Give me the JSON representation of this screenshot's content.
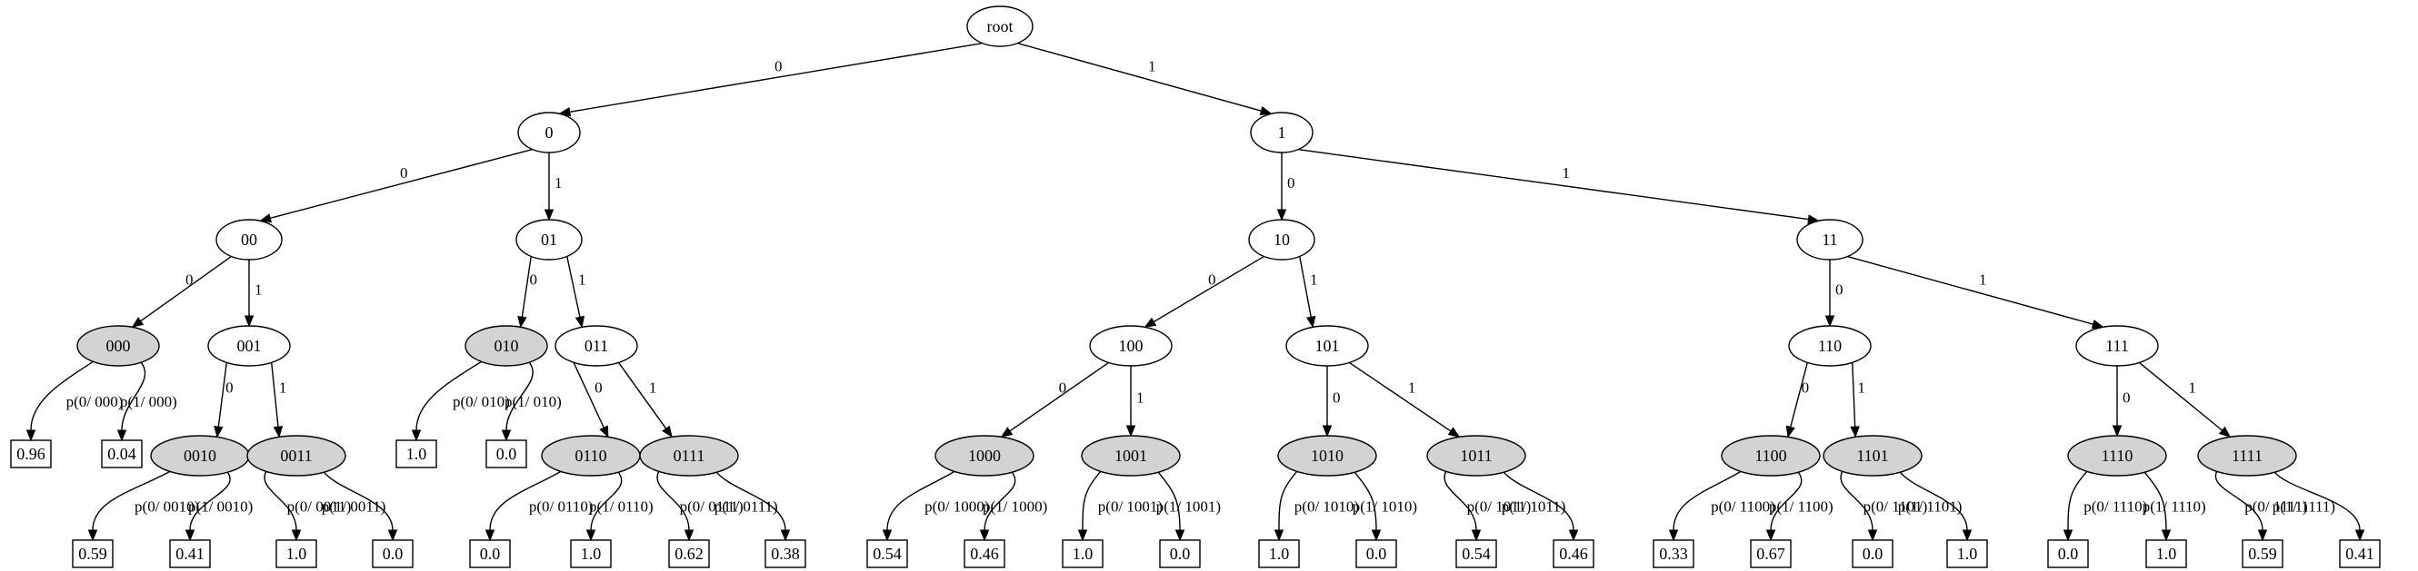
{
  "colors": {
    "background": "#ffffff",
    "stroke": "#000000",
    "highlight_fill": "#d3d3d3",
    "plain_fill": "#ffffff"
  },
  "nodes": [
    {
      "id": "root",
      "label": "root",
      "highlight": false
    },
    {
      "id": "n0",
      "label": "0",
      "highlight": false
    },
    {
      "id": "n1",
      "label": "1",
      "highlight": false
    },
    {
      "id": "n00",
      "label": "00",
      "highlight": false
    },
    {
      "id": "n01",
      "label": "01",
      "highlight": false
    },
    {
      "id": "n10",
      "label": "10",
      "highlight": false
    },
    {
      "id": "n11",
      "label": "11",
      "highlight": false
    },
    {
      "id": "n000",
      "label": "000",
      "highlight": true
    },
    {
      "id": "n001",
      "label": "001",
      "highlight": false
    },
    {
      "id": "n010",
      "label": "010",
      "highlight": true
    },
    {
      "id": "n011",
      "label": "011",
      "highlight": false
    },
    {
      "id": "n100",
      "label": "100",
      "highlight": false
    },
    {
      "id": "n101",
      "label": "101",
      "highlight": false
    },
    {
      "id": "n110",
      "label": "110",
      "highlight": false
    },
    {
      "id": "n111",
      "label": "111",
      "highlight": false
    },
    {
      "id": "n0010",
      "label": "0010",
      "highlight": true
    },
    {
      "id": "n0011",
      "label": "0011",
      "highlight": true
    },
    {
      "id": "n0110",
      "label": "0110",
      "highlight": true
    },
    {
      "id": "n0111",
      "label": "0111",
      "highlight": true
    },
    {
      "id": "n1000",
      "label": "1000",
      "highlight": true
    },
    {
      "id": "n1001",
      "label": "1001",
      "highlight": true
    },
    {
      "id": "n1010",
      "label": "1010",
      "highlight": true
    },
    {
      "id": "n1011",
      "label": "1011",
      "highlight": true
    },
    {
      "id": "n1100",
      "label": "1100",
      "highlight": true
    },
    {
      "id": "n1101",
      "label": "1101",
      "highlight": true
    },
    {
      "id": "n1110",
      "label": "1110",
      "highlight": true
    },
    {
      "id": "n1111",
      "label": "1111",
      "highlight": true
    }
  ],
  "leaves": [
    {
      "id": "l000_0",
      "label": "0.96"
    },
    {
      "id": "l000_1",
      "label": "0.04"
    },
    {
      "id": "l010_0",
      "label": "1.0"
    },
    {
      "id": "l010_1",
      "label": "0.0"
    },
    {
      "id": "l0010_0",
      "label": "0.59"
    },
    {
      "id": "l0010_1",
      "label": "0.41"
    },
    {
      "id": "l0011_0",
      "label": "1.0"
    },
    {
      "id": "l0011_1",
      "label": "0.0"
    },
    {
      "id": "l0110_0",
      "label": "0.0"
    },
    {
      "id": "l0110_1",
      "label": "1.0"
    },
    {
      "id": "l0111_0",
      "label": "0.62"
    },
    {
      "id": "l0111_1",
      "label": "0.38"
    },
    {
      "id": "l1000_0",
      "label": "0.54"
    },
    {
      "id": "l1000_1",
      "label": "0.46"
    },
    {
      "id": "l1001_0",
      "label": "1.0"
    },
    {
      "id": "l1001_1",
      "label": "0.0"
    },
    {
      "id": "l1010_0",
      "label": "1.0"
    },
    {
      "id": "l1010_1",
      "label": "0.0"
    },
    {
      "id": "l1011_0",
      "label": "0.54"
    },
    {
      "id": "l1011_1",
      "label": "0.46"
    },
    {
      "id": "l1100_0",
      "label": "0.33"
    },
    {
      "id": "l1100_1",
      "label": "0.67"
    },
    {
      "id": "l1101_0",
      "label": "0.0"
    },
    {
      "id": "l1101_1",
      "label": "1.0"
    },
    {
      "id": "l1110_0",
      "label": "0.0"
    },
    {
      "id": "l1110_1",
      "label": "1.0"
    },
    {
      "id": "l1111_0",
      "label": "0.59"
    },
    {
      "id": "l1111_1",
      "label": "0.41"
    }
  ],
  "edges": [
    {
      "from": "root",
      "to": "n0",
      "label": "0"
    },
    {
      "from": "root",
      "to": "n1",
      "label": "1"
    },
    {
      "from": "n0",
      "to": "n00",
      "label": "0"
    },
    {
      "from": "n0",
      "to": "n01",
      "label": "1"
    },
    {
      "from": "n1",
      "to": "n10",
      "label": "0"
    },
    {
      "from": "n1",
      "to": "n11",
      "label": "1"
    },
    {
      "from": "n00",
      "to": "n000",
      "label": "0"
    },
    {
      "from": "n00",
      "to": "n001",
      "label": "1"
    },
    {
      "from": "n01",
      "to": "n010",
      "label": "0"
    },
    {
      "from": "n01",
      "to": "n011",
      "label": "1"
    },
    {
      "from": "n10",
      "to": "n100",
      "label": "0"
    },
    {
      "from": "n10",
      "to": "n101",
      "label": "1"
    },
    {
      "from": "n11",
      "to": "n110",
      "label": "0"
    },
    {
      "from": "n11",
      "to": "n111",
      "label": "1"
    },
    {
      "from": "n001",
      "to": "n0010",
      "label": "0"
    },
    {
      "from": "n001",
      "to": "n0011",
      "label": "1"
    },
    {
      "from": "n011",
      "to": "n0110",
      "label": "0"
    },
    {
      "from": "n011",
      "to": "n0111",
      "label": "1"
    },
    {
      "from": "n100",
      "to": "n1000",
      "label": "0"
    },
    {
      "from": "n100",
      "to": "n1001",
      "label": "1"
    },
    {
      "from": "n101",
      "to": "n1010",
      "label": "0"
    },
    {
      "from": "n101",
      "to": "n1011",
      "label": "1"
    },
    {
      "from": "n110",
      "to": "n1100",
      "label": "0"
    },
    {
      "from": "n110",
      "to": "n1101",
      "label": "1"
    },
    {
      "from": "n111",
      "to": "n1110",
      "label": "0"
    },
    {
      "from": "n111",
      "to": "n1111",
      "label": "1"
    },
    {
      "from": "n000",
      "to": "l000_0",
      "label": "p(0/ 000)"
    },
    {
      "from": "n000",
      "to": "l000_1",
      "label": "p(1/ 000)"
    },
    {
      "from": "n010",
      "to": "l010_0",
      "label": "p(0/ 010)"
    },
    {
      "from": "n010",
      "to": "l010_1",
      "label": "p(1/ 010)"
    },
    {
      "from": "n0010",
      "to": "l0010_0",
      "label": "p(0/ 0010)"
    },
    {
      "from": "n0010",
      "to": "l0010_1",
      "label": "p(1/ 0010)"
    },
    {
      "from": "n0011",
      "to": "l0011_0",
      "label": "p(0/ 0011)"
    },
    {
      "from": "n0011",
      "to": "l0011_1",
      "label": "p(1/ 0011)"
    },
    {
      "from": "n0110",
      "to": "l0110_0",
      "label": "p(0/ 0110)"
    },
    {
      "from": "n0110",
      "to": "l0110_1",
      "label": "p(1/ 0110)"
    },
    {
      "from": "n0111",
      "to": "l0111_0",
      "label": "p(0/ 0111)"
    },
    {
      "from": "n0111",
      "to": "l0111_1",
      "label": "p(1/ 0111)"
    },
    {
      "from": "n1000",
      "to": "l1000_0",
      "label": "p(0/ 1000)"
    },
    {
      "from": "n1000",
      "to": "l1000_1",
      "label": "p(1/ 1000)"
    },
    {
      "from": "n1001",
      "to": "l1001_0",
      "label": "p(0/ 1001)"
    },
    {
      "from": "n1001",
      "to": "l1001_1",
      "label": "p(1/ 1001)"
    },
    {
      "from": "n1010",
      "to": "l1010_0",
      "label": "p(0/ 1010)"
    },
    {
      "from": "n1010",
      "to": "l1010_1",
      "label": "p(1/ 1010)"
    },
    {
      "from": "n1011",
      "to": "l1011_0",
      "label": "p(0/ 1011)"
    },
    {
      "from": "n1011",
      "to": "l1011_1",
      "label": "p(1/ 1011)"
    },
    {
      "from": "n1100",
      "to": "l1100_0",
      "label": "p(0/ 1100)"
    },
    {
      "from": "n1100",
      "to": "l1100_1",
      "label": "p(1/ 1100)"
    },
    {
      "from": "n1101",
      "to": "l1101_0",
      "label": "p(0/ 1101)"
    },
    {
      "from": "n1101",
      "to": "l1101_1",
      "label": "p(1/ 1101)"
    },
    {
      "from": "n1110",
      "to": "l1110_0",
      "label": "p(0/ 1110)"
    },
    {
      "from": "n1110",
      "to": "l1110_1",
      "label": "p(1/ 1110)"
    },
    {
      "from": "n1111",
      "to": "l1111_0",
      "label": "p(0/ 1111)"
    },
    {
      "from": "n1111",
      "to": "l1111_1",
      "label": "p(1/ 1111)"
    }
  ]
}
